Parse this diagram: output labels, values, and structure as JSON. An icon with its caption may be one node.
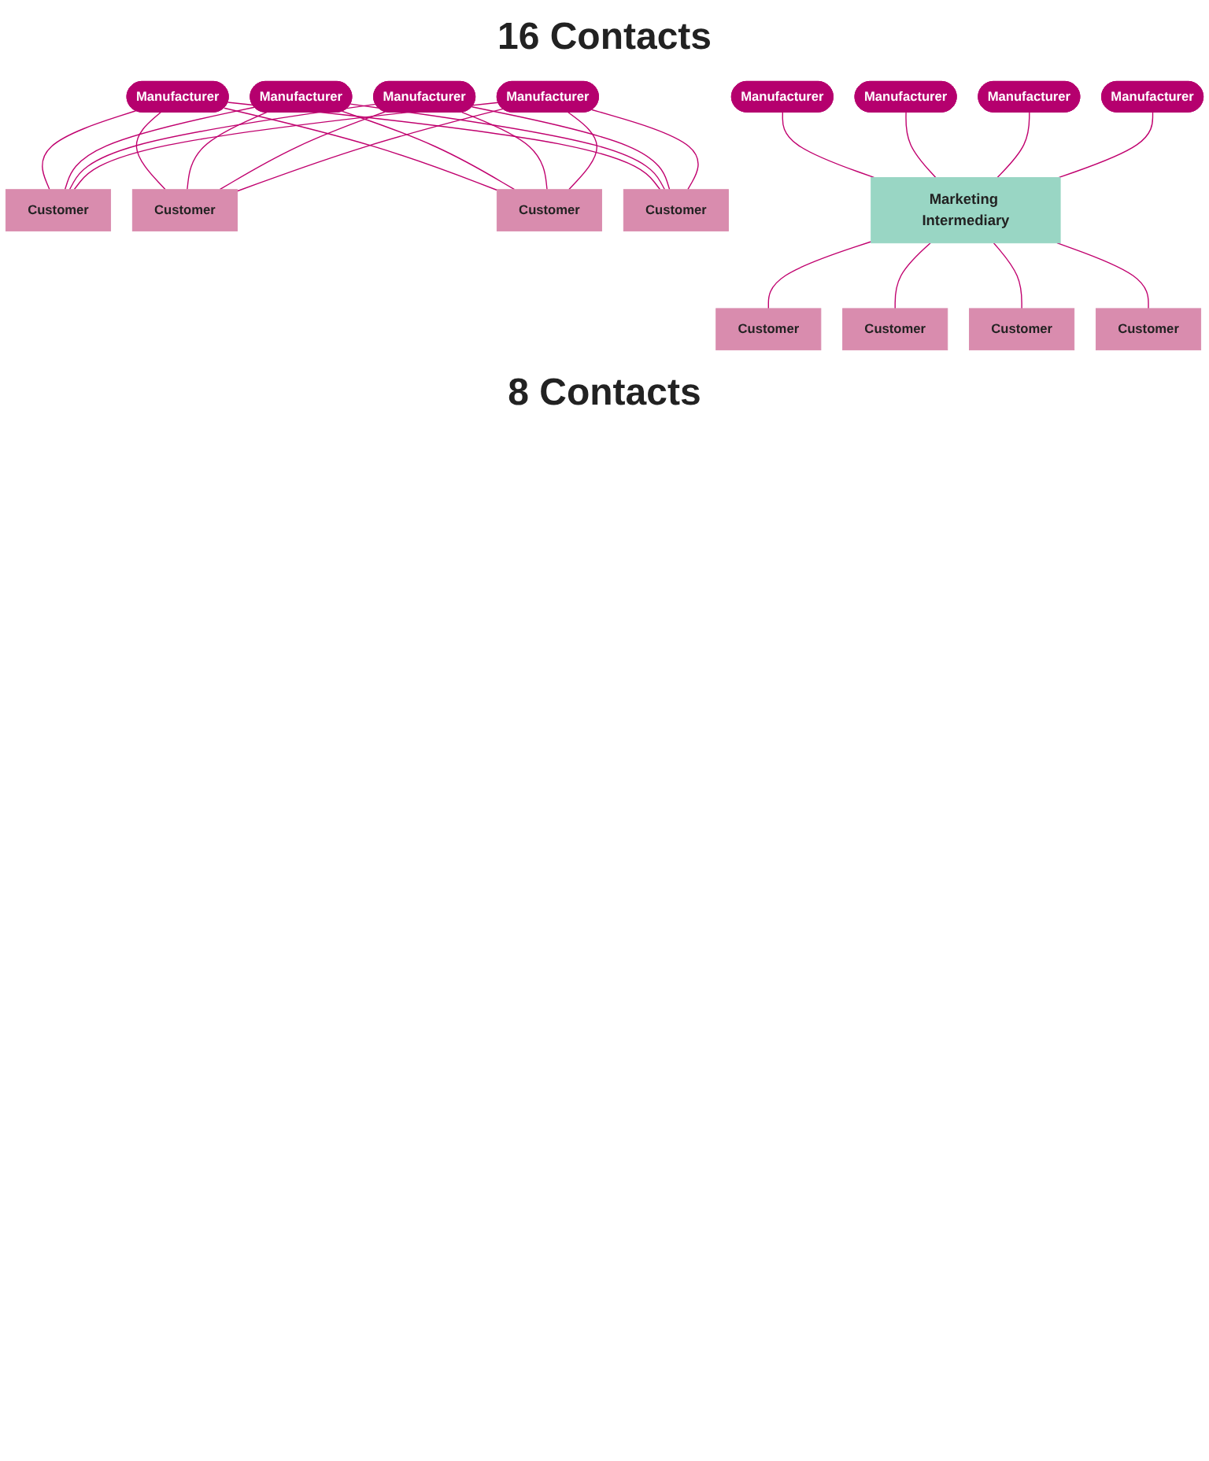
{
  "diagram": {
    "title": "16 Contacts",
    "caption": "8 Contacts",
    "nodes": [
      {
        "text": [
          "Manufacturer"
        ]
      },
      {
        "text": [
          "Manufacturer"
        ]
      },
      {
        "text": [
          "Manufacturer"
        ]
      },
      {
        "text": [
          "Manufacturer"
        ]
      },
      {
        "text": [
          "Customer"
        ]
      },
      {
        "text": [
          "Customer"
        ]
      },
      {
        "text": [
          "Customer"
        ]
      },
      {
        "text": [
          "Customer"
        ]
      },
      {
        "text": [
          "Manufacturer"
        ]
      },
      {
        "text": [
          "Manufacturer"
        ]
      },
      {
        "text": [
          "Manufacturer"
        ]
      },
      {
        "text": [
          "Manufacturer"
        ]
      },
      {
        "text": [
          "Marketing Intermediary"
        ]
      },
      {
        "text": [
          "Customer"
        ]
      },
      {
        "text": [
          "Customer"
        ]
      },
      {
        "text": [
          "Customer"
        ]
      },
      {
        "text": [
          "Customer"
        ]
      }
    ],
    "edges": [
      {
        "from": 0,
        "to": 4,
        "arrow": "none"
      },
      {
        "from": 0,
        "to": 5,
        "arrow": "none"
      },
      {
        "from": 0,
        "to": 6,
        "arrow": "none"
      },
      {
        "from": 0,
        "to": 7,
        "arrow": "none"
      },
      {
        "from": 1,
        "to": 4,
        "arrow": "none"
      },
      {
        "from": 1,
        "to": 5,
        "arrow": "none"
      },
      {
        "from": 1,
        "to": 6,
        "arrow": "none"
      },
      {
        "from": 1,
        "to": 7,
        "arrow": "none"
      },
      {
        "from": 2,
        "to": 4,
        "arrow": "none"
      },
      {
        "from": 2,
        "to": 5,
        "arrow": "none"
      },
      {
        "from": 2,
        "to": 6,
        "arrow": "none"
      },
      {
        "from": 2,
        "to": 7,
        "arrow": "none"
      },
      {
        "from": 3,
        "to": 4,
        "arrow": "none"
      },
      {
        "from": 3,
        "to": 5,
        "arrow": "none"
      },
      {
        "from": 3,
        "to": 6,
        "arrow": "none"
      },
      {
        "from": 3,
        "to": 7,
        "arrow": "none"
      },
      {
        "from": 8,
        "to": 12,
        "arrow": "none"
      },
      {
        "from": 9,
        "to": 12,
        "arrow": "none"
      },
      {
        "from": 10,
        "to": 12,
        "arrow": "none"
      },
      {
        "from": 11,
        "to": 12,
        "arrow": "none"
      },
      {
        "from": 12,
        "to": 13,
        "arrow": "none"
      },
      {
        "from": 12,
        "to": 14,
        "arrow": "none"
      },
      {
        "from": 12,
        "to": 15,
        "arrow": "none"
      },
      {
        "from": 12,
        "to": 16,
        "arrow": "none"
      }
    ]
  }
}
